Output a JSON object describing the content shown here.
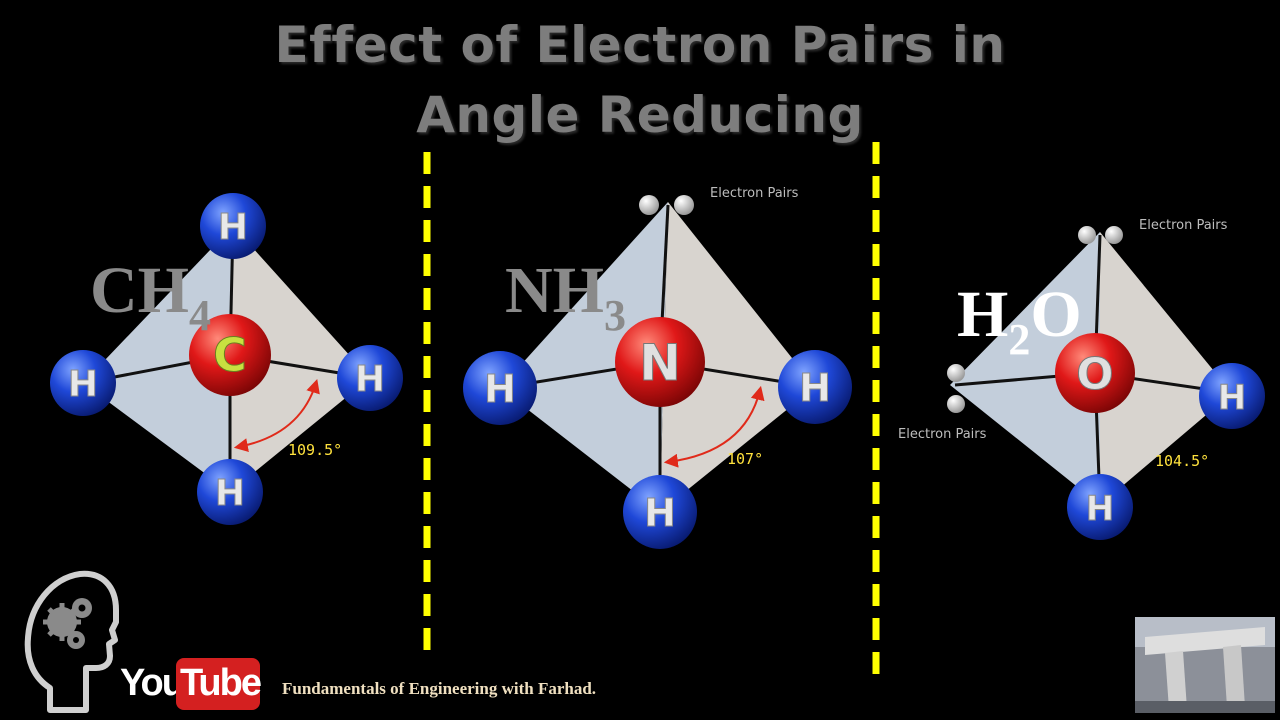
{
  "title": {
    "line1": "Effect of Electron Pairs in",
    "line2": "Angle Reducing"
  },
  "molecules": [
    {
      "formula_main": "CH",
      "formula_sub": "4",
      "center_atom": "C",
      "angle": "109.5°",
      "lone_pairs": 0
    },
    {
      "formula_main": "NH",
      "formula_sub": "3",
      "center_atom": "N",
      "angle": "107°",
      "lone_pairs": 1
    },
    {
      "formula_pre": "H",
      "formula_sub": "2",
      "formula_post": "O",
      "center_atom": "O",
      "angle": "104.5°",
      "lone_pairs": 2
    }
  ],
  "labels": {
    "electron_pairs": "Electron Pairs",
    "hydrogen": "H"
  },
  "footer": {
    "youtube_you": "You",
    "youtube_tube": "Tube",
    "channel": "Fundamentals of Engineering with Farhad."
  },
  "colors": {
    "background": "#000000",
    "title": "#7d7d7d",
    "divider": "#ffff00",
    "hydrogen": "#1f48d8",
    "center_atom": "#e01818",
    "angle_label": "#ffe23d",
    "arrow": "#e02a1a"
  }
}
